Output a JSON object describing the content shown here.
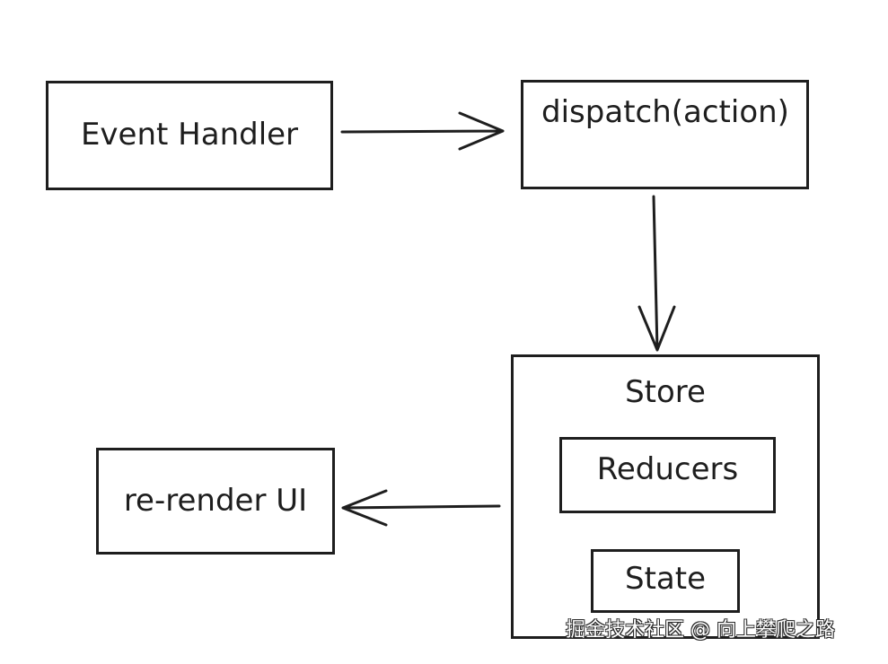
{
  "diagram": {
    "nodes": {
      "event_handler": "Event Handler",
      "dispatch": "dispatch(action)",
      "store": "Store",
      "reducers": "Reducers",
      "state": "State",
      "rerender": "re-render UI"
    },
    "edges": [
      {
        "from": "Event Handler",
        "to": "dispatch(action)"
      },
      {
        "from": "dispatch(action)",
        "to": "Store"
      },
      {
        "from": "Store",
        "to": "re-render UI"
      }
    ],
    "watermark": "掘金技术社区 @ 向上攀爬之路"
  }
}
